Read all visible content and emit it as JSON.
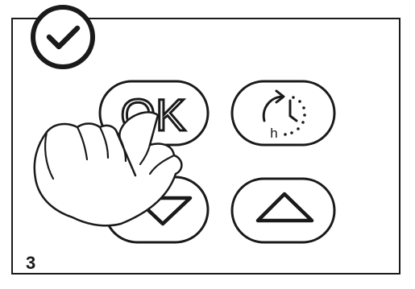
{
  "step_number": "3",
  "buttons": {
    "ok_label": "OK",
    "timer_unit": "h"
  },
  "colors": {
    "stroke": "#1a1a1a",
    "background": "#ffffff"
  },
  "icons": [
    "check-circle-icon",
    "timer-icon",
    "down-arrow-icon",
    "up-arrow-icon",
    "hand-pointer-icon"
  ]
}
